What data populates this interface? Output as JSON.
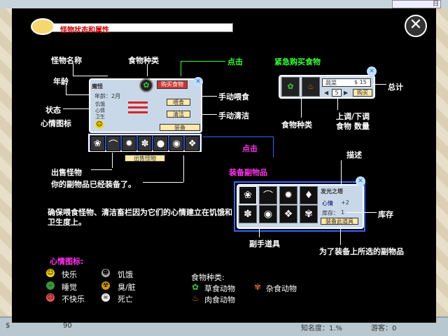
{
  "window": {
    "title": "怪物状态和属性",
    "date_fragment": "日"
  },
  "background": {
    "money": "90",
    "fame": "知名度：1.%",
    "visitors": "游客：0"
  },
  "labels": {
    "monster_name": "怪物名称",
    "age": "年龄",
    "status": "状态",
    "mood_icon": "心情图标",
    "food_type": "食物种类",
    "click1": "点击",
    "emergency_buy": "紧急购买食物",
    "manual_feed": "手动喂食",
    "manual_clean": "手动清洁",
    "click2": "点击",
    "equip_items": "装备副物品",
    "sell_monster": "出售怪物",
    "items_equipped": "你的副物品已经装备了。",
    "food_type2": "食物种类",
    "adjust": "上调/下调",
    "food_qty": "食物  数量",
    "total": "总计",
    "description": "描述",
    "stock": "库存",
    "sub_items": "副手道具",
    "to_equip": "为了装备上所选的副物品",
    "tip": "确保喂食怪物、清洁畜栏因为它们的心情建立在饥饿和卫生度上。"
  },
  "monster_panel": {
    "name": "魔怪",
    "age": "年龄：2月",
    "stat_hunger": "饥饿",
    "stat_mood": "心情",
    "stat_hygiene": "卫生",
    "buy_food_btn": "购买食物",
    "feed_btn": "喂食",
    "clean_btn": "清洁",
    "equip_btn": "装备",
    "sell_btn": "出售怪物"
  },
  "buy_panel": {
    "food_name": "蔬菜",
    "price": "$ 15",
    "quantity": "5",
    "buy_btn": "购买"
  },
  "item_panel": {
    "item_name": "发光之塔",
    "mood_label": "心情",
    "mood_val": "+2",
    "stock_label": "库存：",
    "stock_val": "1",
    "equip_btn": "装备此道具"
  },
  "legend": {
    "mood_title": "心情图标:",
    "happy": "快乐",
    "hungry": "饥饿",
    "sleep": "睡觉",
    "dirty": "臭/脏",
    "unhappy": "不快乐",
    "dead": "死亡",
    "food_title": "食物种类:",
    "herbivore": "草食动物",
    "omnivore": "杂食动物",
    "carnivore": "肉食动物"
  },
  "colors": {
    "accent_green": "#33ff33",
    "accent_pink": "#ff33ee",
    "accent_blue": "#3355ff",
    "panel": "#c8d8e8"
  },
  "icons": {
    "close": "close-icon",
    "avatar": "monster-avatar-icon"
  }
}
